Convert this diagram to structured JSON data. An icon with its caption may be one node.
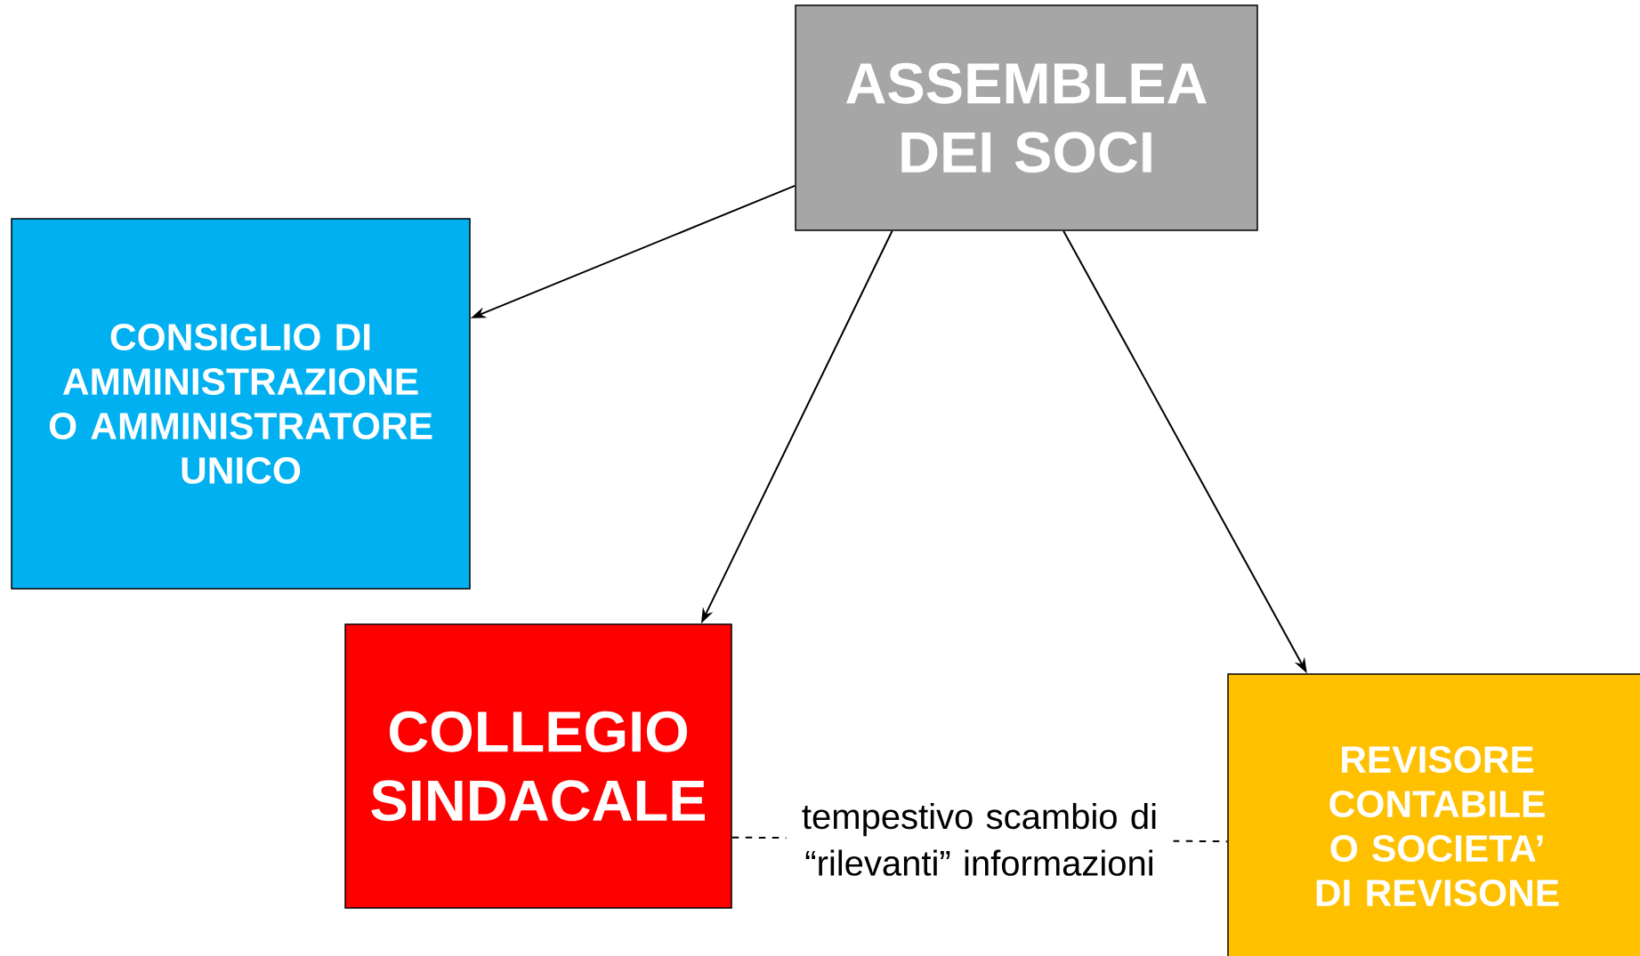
{
  "diagram": {
    "nodes": [
      {
        "text": [
          "ASSEMBLEA DEI SOCI"
        ]
      },
      {
        "text": [
          "CONSIGLIO DI AMMINISTRAZIONE O AMMINISTRATORE UNICO"
        ]
      },
      {
        "text": [
          "COLLEGIO SINDACALE"
        ]
      },
      {
        "text": [
          "REVISORE CONTABILE O SOCIETA’ DI REVISONE"
        ]
      }
    ],
    "edges": [
      {
        "from": 0,
        "to": 1,
        "arrow": "to"
      },
      {
        "from": 0,
        "to": 2,
        "arrow": "to"
      },
      {
        "from": 0,
        "to": 3,
        "arrow": "to"
      },
      {
        "from": 2,
        "to": 3,
        "arrow": "none",
        "style": "dashed",
        "label": "tempestivo scambio di “rilevanti” informazioni"
      }
    ]
  }
}
